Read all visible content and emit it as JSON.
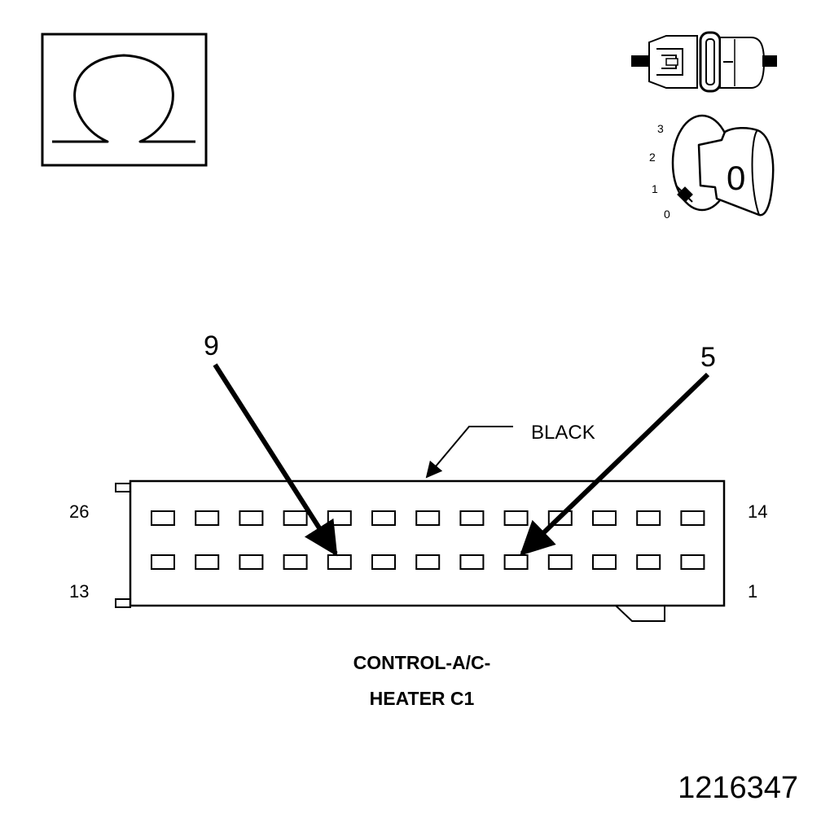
{
  "symbols": {
    "ohmmeter_icon": "omega-ohm-symbol",
    "connector_icon": "disconnected-connector-symbol",
    "ignition_key_icon": "ignition-key-off-symbol"
  },
  "ignition": {
    "positions": [
      "3",
      "2",
      "1",
      "0"
    ],
    "key_label": "0"
  },
  "connector": {
    "wire_color_label": "BLACK",
    "pin_top_left": "26",
    "pin_top_right": "14",
    "pin_bottom_left": "13",
    "pin_bottom_right": "1",
    "pins_per_row": 13,
    "title_line1": "CONTROL-A/C-",
    "title_line2": "HEATER C1"
  },
  "callouts": {
    "left_pin": "9",
    "right_pin": "5"
  },
  "figure_number": "1216347"
}
